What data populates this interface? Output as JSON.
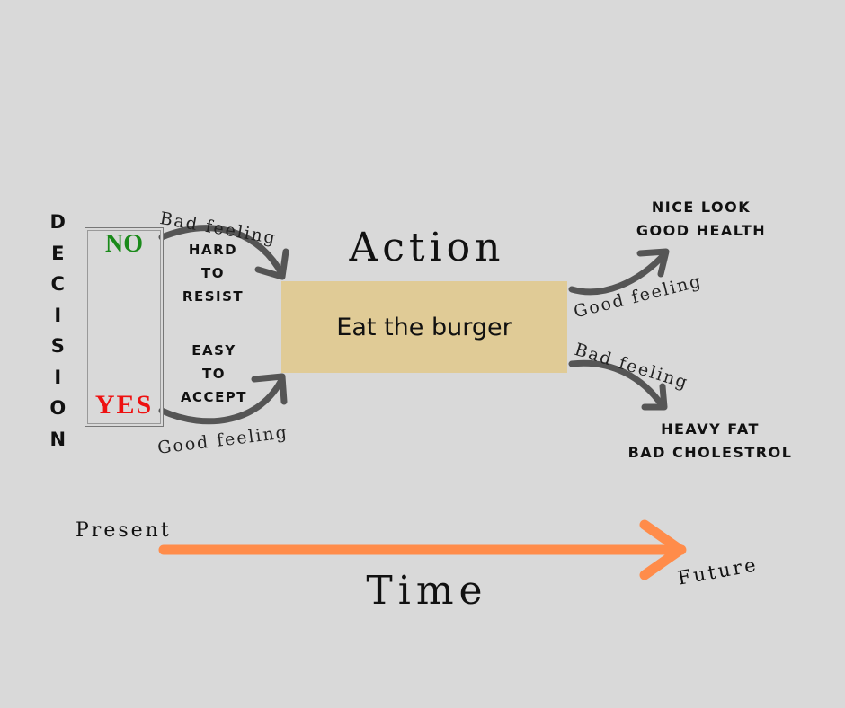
{
  "decision": {
    "vertical_label": [
      "D",
      "E",
      "C",
      "I",
      "S",
      "I",
      "O",
      "N"
    ],
    "no_label": "NO",
    "yes_label": "YES",
    "no_color": "#1a8a1a",
    "yes_color": "#ee1111"
  },
  "left_paths": {
    "top": {
      "feeling": "Bad feeling",
      "desc_lines": [
        "HARD",
        "TO",
        "RESIST"
      ]
    },
    "bottom": {
      "feeling": "Good feeling",
      "desc_lines": [
        "EASY",
        "TO",
        "ACCEPT"
      ]
    }
  },
  "action": {
    "title": "Action",
    "box_text": "Eat the burger",
    "box_color": "#e0cb96"
  },
  "right_paths": {
    "top": {
      "feeling": "Good feeling",
      "result_lines": [
        "NICE LOOK",
        "GOOD HEALTH"
      ]
    },
    "bottom": {
      "feeling": "Bad feeling",
      "result_lines": [
        "HEAVY FAT",
        "BAD CHOLESTROL"
      ]
    }
  },
  "timeline": {
    "start_label": "Present",
    "end_label": "Future",
    "axis_title": "Time",
    "arrow_color": "#ff8c4a"
  },
  "colors": {
    "background": "#d9d9d9",
    "connector_arrows": "#555555"
  }
}
